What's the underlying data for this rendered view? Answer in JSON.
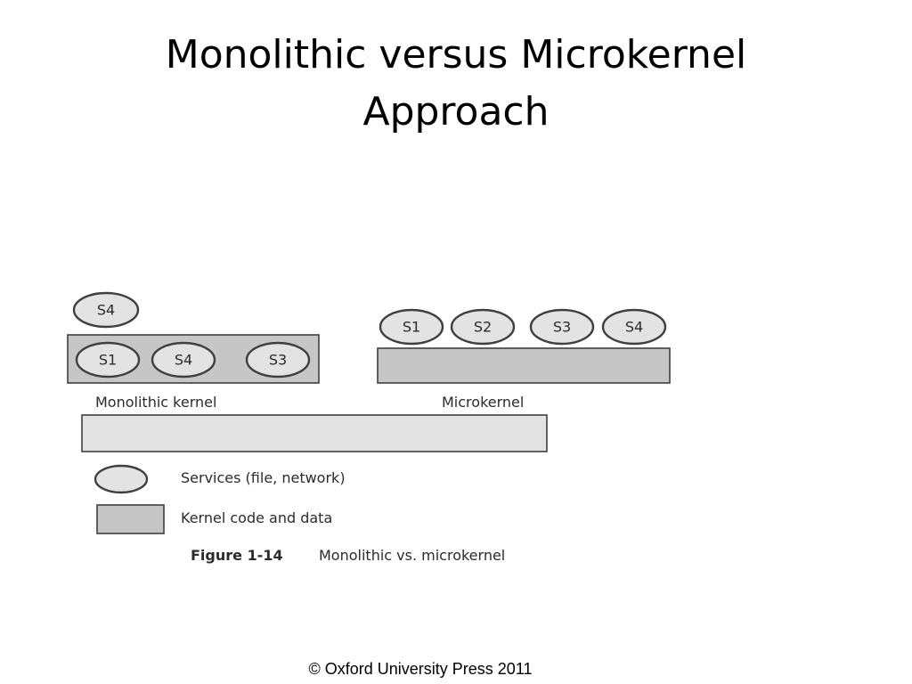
{
  "slide": {
    "title_line1": "Monolithic versus Microkernel",
    "title_line2": "Approach",
    "footer": "© Oxford University Press 2011"
  },
  "figure": {
    "monolithic": {
      "label": "Monolithic kernel",
      "outside_service": "S4",
      "inside_services": [
        "S1",
        "S4",
        "S3"
      ]
    },
    "microkernel": {
      "label": "Microkernel",
      "services": [
        "S1",
        "S2",
        "S3",
        "S4"
      ]
    },
    "legend": {
      "services": "Services (file, network)",
      "kernel": "Kernel code and data"
    },
    "caption": {
      "number": "Figure 1-14",
      "text": "Monolithic vs. microkernel"
    }
  },
  "colors": {
    "kernel_fill": "#c6c6c6",
    "service_fill": "#e3e3e3",
    "outline": "#3f3f3f"
  }
}
